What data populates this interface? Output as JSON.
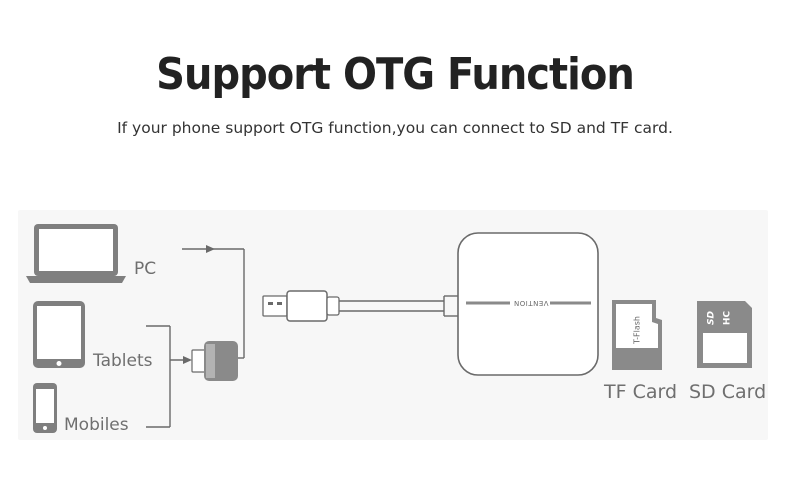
{
  "header": {
    "title": "Support OTG Function",
    "subtitle": "If your phone support OTG function,you can connect to SD and TF card."
  },
  "devices": {
    "pc_label": "PC",
    "tablets_label": "Tablets",
    "mobiles_label": "Mobiles"
  },
  "hub": {
    "brand_text": "VENTION"
  },
  "cards": {
    "tf_card_label": "TF Card",
    "tf_card_text": "T-Flash",
    "sd_card_label": "SD Card",
    "sd_logo_text": "SD",
    "sd_hc_text": "HC"
  },
  "icons": [
    "laptop-icon",
    "tablet-icon",
    "mobile-icon",
    "usb-plug-icon",
    "micro-usb-adapter-icon",
    "card-reader-hub-icon",
    "tf-card-icon",
    "sd-card-icon"
  ],
  "colors": {
    "title": "#222222",
    "device_grey": "#7f7f7f",
    "hub_stroke": "#666666",
    "label_grey": "#6f6f6f"
  }
}
